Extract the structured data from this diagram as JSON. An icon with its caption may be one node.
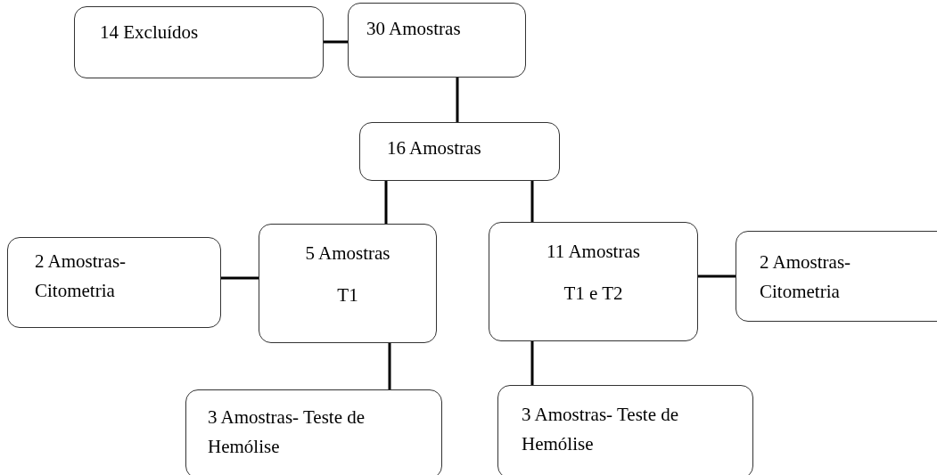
{
  "diagram": {
    "nodes": [
      {
        "text": [
          "14 Excluídos"
        ]
      },
      {
        "text": [
          "30 Amostras"
        ]
      },
      {
        "text": [
          "16 Amostras"
        ]
      },
      {
        "text": [
          "2 Amostras- Citometria"
        ]
      },
      {
        "text": [
          "5 Amostras",
          "T1"
        ]
      },
      {
        "text": [
          "11 Amostras",
          "T1 e T2"
        ]
      },
      {
        "text": [
          "2 Amostras- Citometria"
        ]
      },
      {
        "text": [
          "3 Amostras- Teste de Hemólise"
        ]
      },
      {
        "text": [
          "3 Amostras- Teste de Hemólise"
        ]
      }
    ],
    "edges": [
      {
        "from": 0,
        "to": 1,
        "arrow": "none"
      },
      {
        "from": 1,
        "to": 2,
        "arrow": "none"
      },
      {
        "from": 2,
        "to": 4,
        "arrow": "none"
      },
      {
        "from": 2,
        "to": 5,
        "arrow": "none"
      },
      {
        "from": 3,
        "to": 4,
        "arrow": "none"
      },
      {
        "from": 5,
        "to": 6,
        "arrow": "none"
      },
      {
        "from": 4,
        "to": 7,
        "arrow": "none"
      },
      {
        "from": 5,
        "to": 8,
        "arrow": "none"
      }
    ]
  }
}
